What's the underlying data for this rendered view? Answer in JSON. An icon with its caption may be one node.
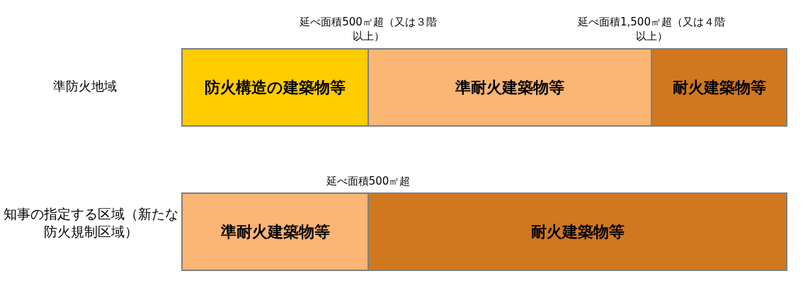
{
  "diagram": {
    "nodes": [
      {
        "text": [
          "防火構造の建築物等"
        ]
      },
      {
        "text": [
          "準耐火建築物等"
        ]
      },
      {
        "text": [
          "耐火建築物等"
        ]
      },
      {
        "text": [
          "準耐火建築物等"
        ]
      },
      {
        "text": [
          "耐火建築物等"
        ]
      }
    ],
    "labels": [
      "延べ面積500㎡超（又は３階以上）",
      "延べ面積1,500㎡超（又は４階以上）",
      "準防火地域",
      "延べ面積500㎡超",
      "知事の指定する区域（新たな防火規制区域）"
    ]
  }
}
